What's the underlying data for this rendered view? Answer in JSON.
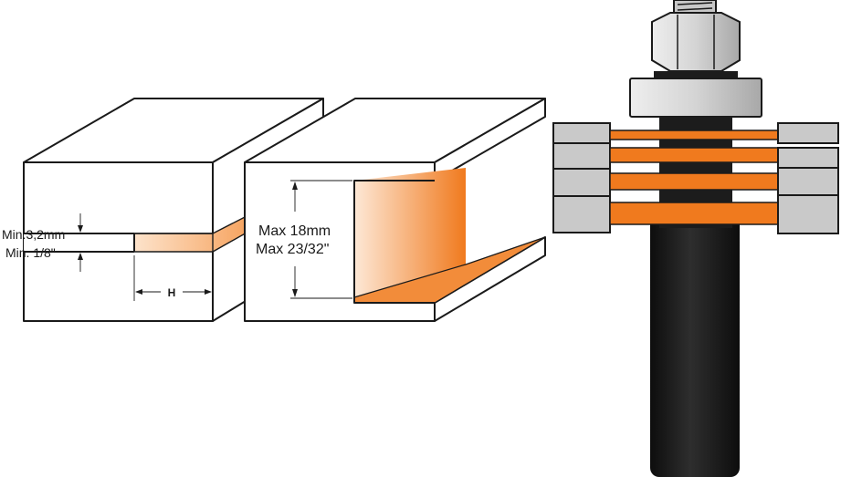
{
  "labels": {
    "slot_min_metric": "Min.3,2mm",
    "slot_min_imperial": "Min. 1/8\"",
    "slot_depth_marker": "H",
    "board_max_metric": "Max 18mm",
    "board_max_imperial": "Max 23/32\""
  },
  "colors": {
    "orange": "#f07a1e",
    "orange_light": "#fbd7b3",
    "shank": "#1c1c1c",
    "steel": "#c9c9c9",
    "outline": "#1a1a1a"
  },
  "cutter_count": 4
}
